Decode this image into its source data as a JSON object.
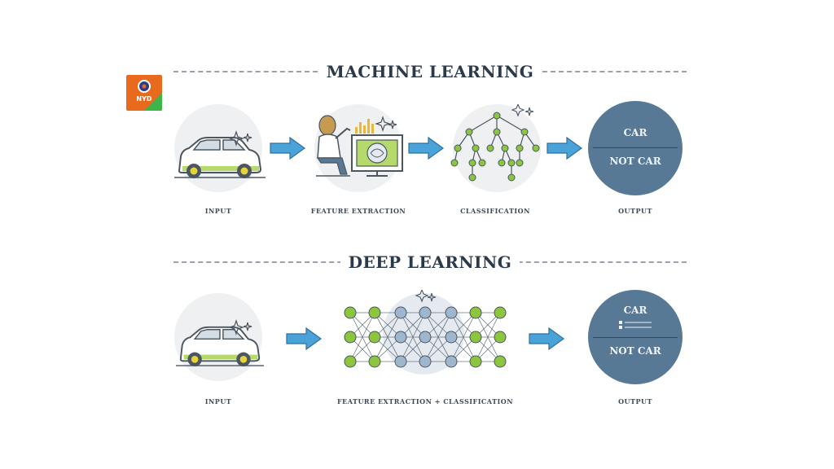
{
  "logo": {
    "text": "NYD"
  },
  "machine_learning": {
    "title": "MACHINE LEARNING",
    "steps": {
      "input": "INPUT",
      "feature_extraction": "FEATURE EXTRACTION",
      "classification": "CLASSIFICATION",
      "output": "OUTPUT"
    },
    "output": {
      "positive": "CAR",
      "negative": "NOT CAR"
    }
  },
  "deep_learning": {
    "title": "DEEP LEARNING",
    "steps": {
      "input": "INPUT",
      "combined": "FEATURE EXTRACTION + CLASSIFICATION",
      "output": "OUTPUT"
    },
    "output": {
      "positive": "CAR",
      "negative": "NOT CAR"
    }
  },
  "colors": {
    "output_circle": "#577996",
    "arrow": "#4aa3d8",
    "green_node": "#8cc63f",
    "blue_node": "#9fb6cf",
    "logo": "#e86a1c"
  }
}
